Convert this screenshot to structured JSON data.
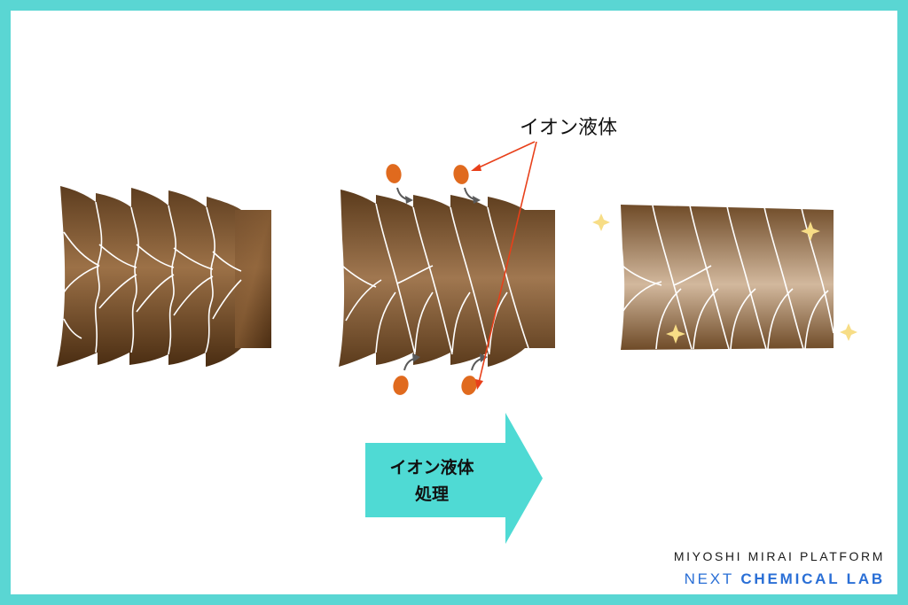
{
  "callout": {
    "label": "イオン液体"
  },
  "process_arrow": {
    "line1": "イオン液体",
    "line2": "処理"
  },
  "brand": {
    "line1": "MIYOSHI MIRAI PLATFORM",
    "line2_normal": "NEXT ",
    "line2_bold": "CHEMICAL LAB"
  },
  "colors": {
    "frame": "#5ad6d3",
    "arrow": "#4fdad4",
    "hair_dark": "#5a3a1c",
    "hair_mid": "#93683f",
    "hair_light": "#c9ad91",
    "droplet": "#e06a1e",
    "callout_line": "#e8401a",
    "sparkle": "#f7dd86",
    "brand_blue": "#2a6fd6"
  },
  "icons": [
    "ion-droplet-icon",
    "curved-arrow-icon",
    "sparkle-icon"
  ]
}
